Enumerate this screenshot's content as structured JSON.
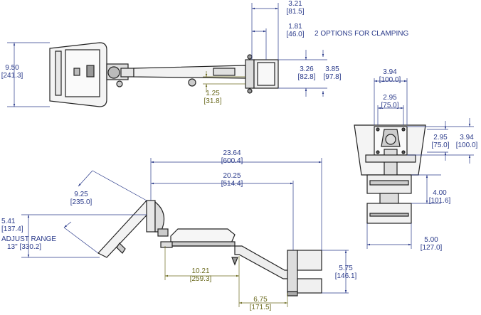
{
  "title_note": "2 OPTIONS FOR CLAMPING",
  "adjust_range": {
    "label": "ADJUST RANGE",
    "value": "13\" [330.2]"
  },
  "dims": {
    "d321": {
      "in": "3.21",
      "mm": "[81.5]"
    },
    "d181": {
      "in": "1.81",
      "mm": "[46.0]"
    },
    "d950": {
      "in": "9.50",
      "mm": "[241.3]"
    },
    "d326": {
      "in": "3.26",
      "mm": "[82.8]"
    },
    "d385": {
      "in": "3.85",
      "mm": "[97.8]"
    },
    "d125": {
      "in": "1.25",
      "mm": "[31.8]"
    },
    "d394a": {
      "in": "3.94",
      "mm": "[100.0]"
    },
    "d295a": {
      "in": "2.95",
      "mm": "[75.0]"
    },
    "d295b": {
      "in": "2.95",
      "mm": "[75.0]"
    },
    "d394b": {
      "in": "3.94",
      "mm": "[100.0]"
    },
    "d400": {
      "in": "4.00",
      "mm": "[101.6]"
    },
    "d500": {
      "in": "5.00",
      "mm": "[127.0]"
    },
    "d2364": {
      "in": "23.64",
      "mm": "[600.4]"
    },
    "d2025": {
      "in": "20.25",
      "mm": "[514.4]"
    },
    "d925": {
      "in": "9.25",
      "mm": "[235.0]"
    },
    "d541": {
      "in": "5.41",
      "mm": "[137.4]"
    },
    "d1021": {
      "in": "10.21",
      "mm": "[259.3]"
    },
    "d575": {
      "in": "5.75",
      "mm": "[146.1]"
    },
    "d675": {
      "in": "6.75",
      "mm": "[171.5]"
    }
  },
  "colors": {
    "dimension": "#2a3a8a",
    "highlight": "#6b6a1e",
    "part": "#222222"
  }
}
